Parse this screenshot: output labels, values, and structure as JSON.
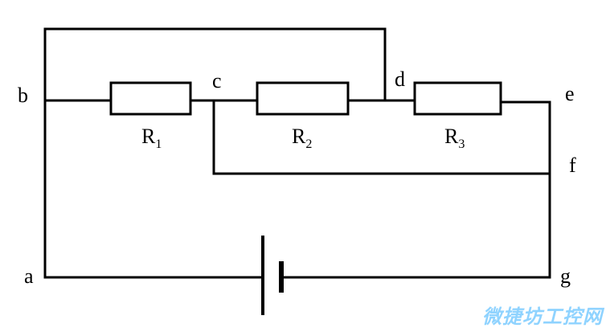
{
  "nodes": {
    "a": "a",
    "b": "b",
    "c": "c",
    "d": "d",
    "e": "e",
    "f": "f",
    "g": "g"
  },
  "resistors": [
    {
      "main": "R",
      "sub": "1"
    },
    {
      "main": "R",
      "sub": "2"
    },
    {
      "main": "R",
      "sub": "3"
    }
  ],
  "watermark": "微捷坊工控网",
  "colors": {
    "wire": "#000000",
    "watermark": "#8fd3ff"
  }
}
